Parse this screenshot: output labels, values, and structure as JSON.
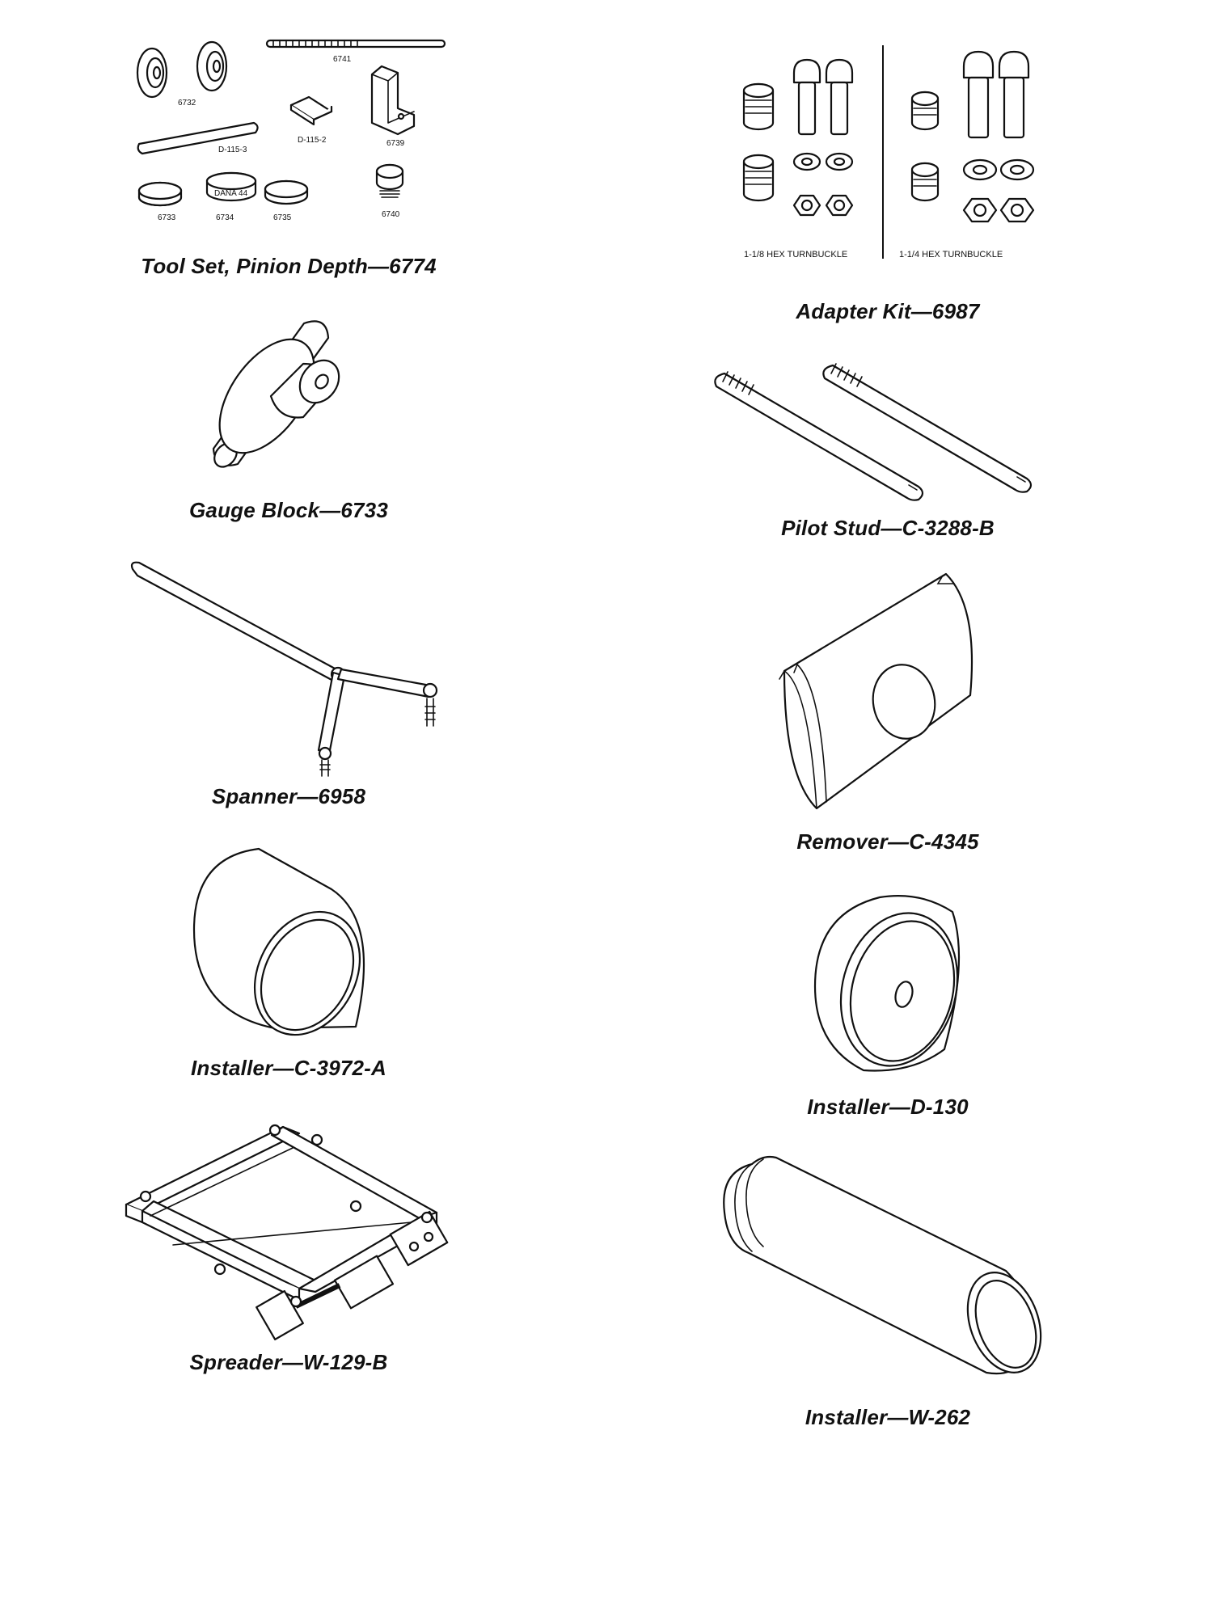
{
  "figures": [
    {
      "caption": "Tool Set, Pinion Depth—6774",
      "parts": [
        "6741",
        "6732",
        "D-115-2",
        "6739",
        "D-115-3",
        "DANA 44",
        "6733",
        "6734",
        "6735",
        "6740"
      ]
    },
    {
      "caption": "Adapter Kit—6987",
      "left_label": "1-1/8 HEX TURNBUCKLE",
      "right_label": "1-1/4 HEX TURNBUCKLE"
    },
    {
      "caption": "Gauge Block—6733"
    },
    {
      "caption": "Pilot Stud—C-3288-B"
    },
    {
      "caption": "Spanner—6958"
    },
    {
      "caption": "Remover—C-4345"
    },
    {
      "caption": "Installer—C-3972-A"
    },
    {
      "caption": "Installer—D-130"
    },
    {
      "caption": "Spreader—W-129-B"
    },
    {
      "caption": "Installer—W-262"
    }
  ]
}
